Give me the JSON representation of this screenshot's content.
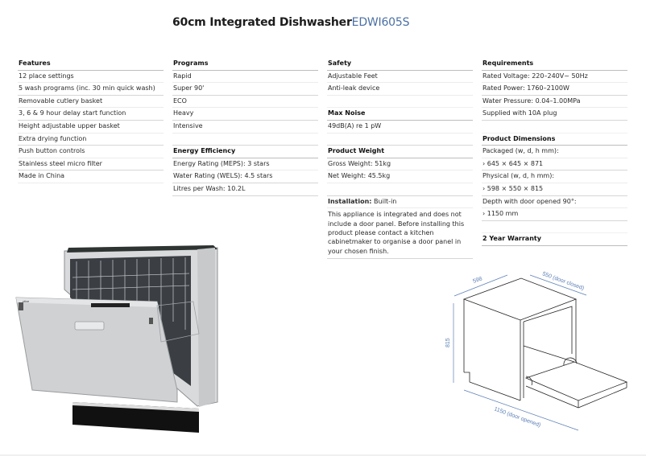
{
  "header": {
    "title": "60cm Integrated Dishwasher",
    "model": "EDWI605S",
    "model_color": "#4a6fa5"
  },
  "columns": [
    {
      "sections": [
        {
          "heading": "Features",
          "items": [
            "12 place settings",
            "5 wash programs (inc. 30 min quick wash)",
            "Removable cutlery basket",
            "3, 6 & 9 hour delay start function",
            "Height adjustable upper basket",
            "Extra drying function",
            "Push button controls",
            "Stainless steel micro filter",
            "Made in China"
          ]
        }
      ]
    },
    {
      "sections": [
        {
          "heading": "Programs",
          "items": [
            "Rapid",
            "Super 90'",
            "ECO",
            "Heavy",
            "Intensive"
          ]
        },
        {
          "heading": "Energy Efficiency",
          "items": [
            "Energy Rating (MEPS): 3 stars",
            "Water Rating (WELS): 4.5 stars",
            "Litres per Wash: 10.2L"
          ]
        }
      ]
    },
    {
      "sections": [
        {
          "heading": "Safety",
          "items": [
            "Adjustable Feet",
            "Anti-leak device"
          ]
        },
        {
          "heading": "Max Noise",
          "items": [
            "49dB(A)  re 1 pW"
          ]
        },
        {
          "heading": "Product Weight",
          "items": [
            "Gross Weight: 51kg",
            "Net Weight: 45.5kg"
          ]
        },
        {
          "heading": "Installation:",
          "heading_value": " Built-in",
          "paragraph": "This appliance is integrated and does not include a door panel. Before installing this product please contact a kitchen cabinetmaker to organise a door panel in your chosen finish."
        }
      ]
    },
    {
      "sections": [
        {
          "heading": "Requirements",
          "items": [
            "Rated Voltage: 220–240V~ 50Hz",
            "Rated Power: 1760–2100W",
            "Water Pressure: 0.04–1.00MPa",
            "Supplied with 10A plug"
          ]
        },
        {
          "heading": "Product Dimensions",
          "items": [
            "Packaged (w, d, h mm):",
            "›  645 × 645 × 871",
            "Physical (w, d, h mm):",
            "›  598 × 550 × 815",
            "Depth with door opened 90°:",
            "›  1150 mm"
          ]
        },
        {
          "heading": "2 Year Warranty",
          "items": []
        }
      ]
    }
  ],
  "photo": {
    "alt": "Integrated dishwasher with door open showing baskets"
  },
  "diagram": {
    "width_label": "598",
    "depth_label": "550 (door closed)",
    "height_label": "815",
    "open_depth_label": "1150 (door opened)",
    "line_color": "#5b7fb5"
  }
}
